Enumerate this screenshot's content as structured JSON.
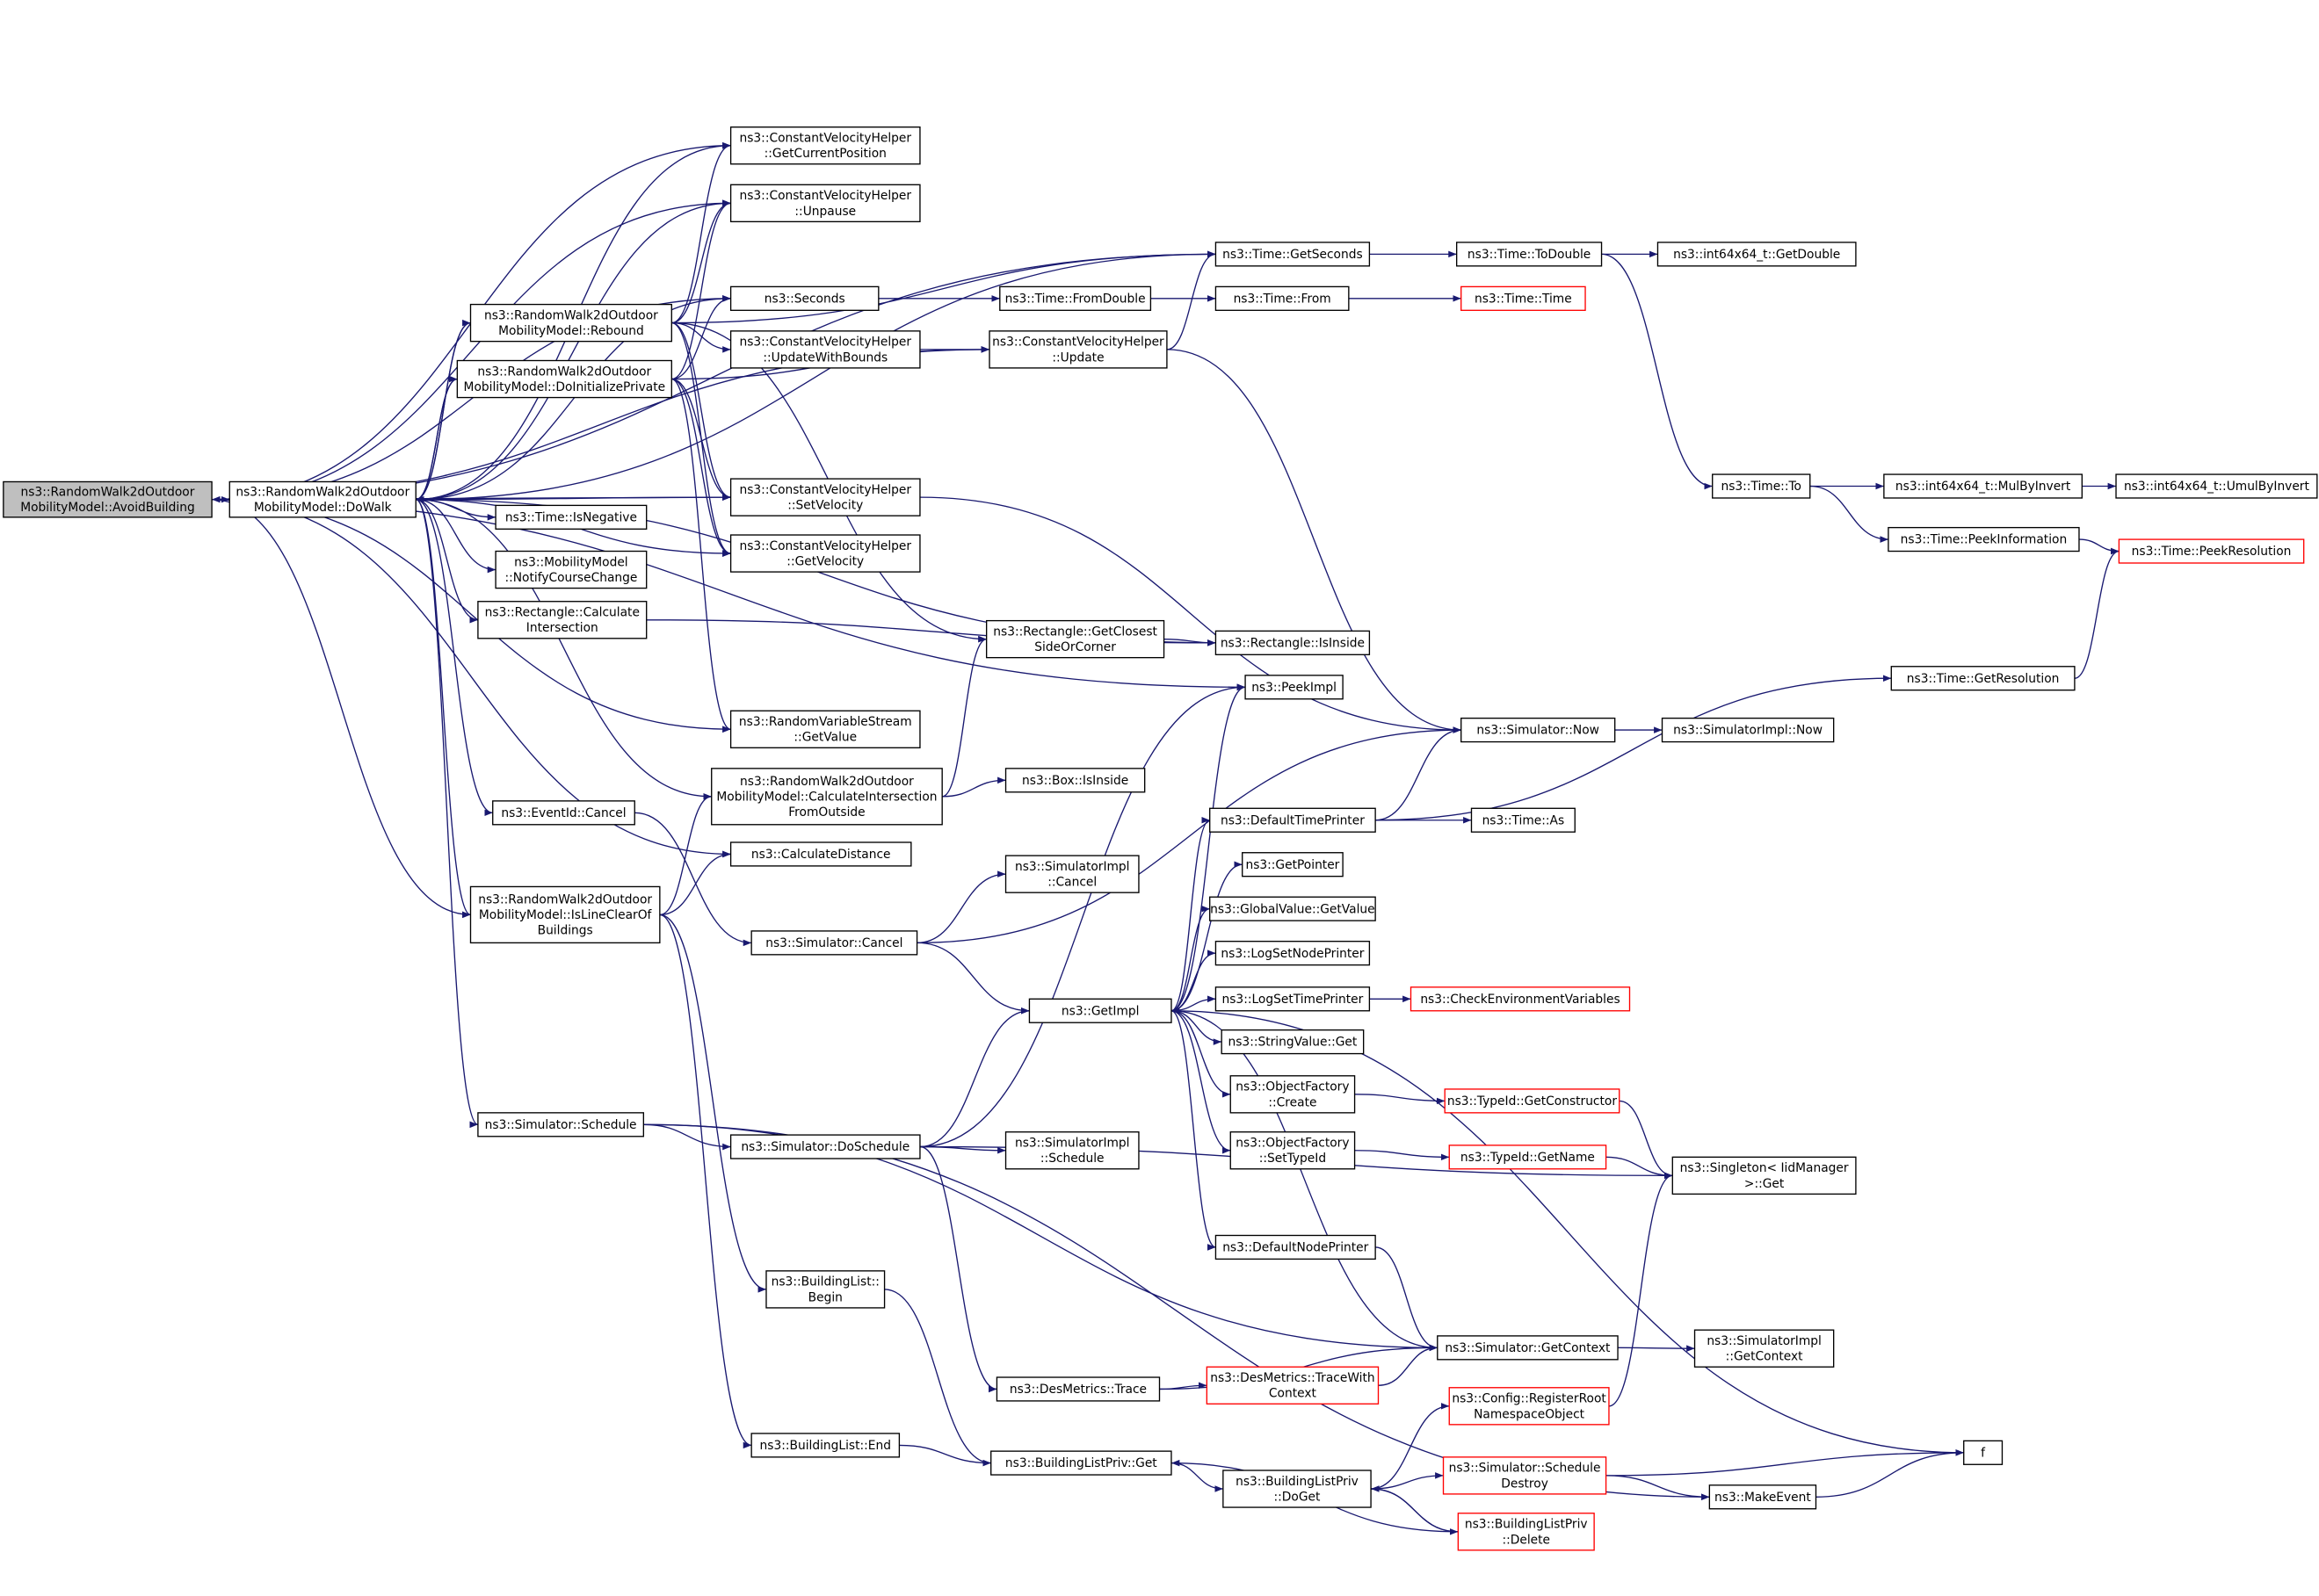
{
  "edge_color": "#191970",
  "highlight_border_color": "#ff0000",
  "root_fill": "#bfbfbf",
  "nodes": [
    {
      "id": "avoid",
      "lines": [
        "ns3::RandomWalk2dOutdoor",
        "MobilityModel::AvoidBuilding"
      ],
      "root": true
    },
    {
      "id": "dowalk",
      "lines": [
        "ns3::RandomWalk2dOutdoor",
        "MobilityModel::DoWalk"
      ]
    },
    {
      "id": "isneg",
      "lines": [
        "ns3::Time::IsNegative"
      ]
    },
    {
      "id": "notify",
      "lines": [
        "ns3::MobilityModel",
        "::NotifyCourseChange"
      ]
    },
    {
      "id": "rectcalc",
      "lines": [
        "ns3::Rectangle::Calculate",
        "Intersection"
      ]
    },
    {
      "id": "getcurpos",
      "lines": [
        "ns3::ConstantVelocityHelper",
        "::GetCurrentPosition"
      ]
    },
    {
      "id": "unpause",
      "lines": [
        "ns3::ConstantVelocityHelper",
        "::Unpause"
      ]
    },
    {
      "id": "seconds",
      "lines": [
        "ns3::Seconds"
      ]
    },
    {
      "id": "rebound",
      "lines": [
        "ns3::RandomWalk2dOutdoor",
        "MobilityModel::Rebound"
      ]
    },
    {
      "id": "doinit",
      "lines": [
        "ns3::RandomWalk2dOutdoor",
        "MobilityModel::DoInitializePrivate"
      ]
    },
    {
      "id": "updbounds",
      "lines": [
        "ns3::ConstantVelocityHelper",
        "::UpdateWithBounds"
      ]
    },
    {
      "id": "setvel",
      "lines": [
        "ns3::ConstantVelocityHelper",
        "::SetVelocity"
      ]
    },
    {
      "id": "getvel",
      "lines": [
        "ns3::ConstantVelocityHelper",
        "::GetVelocity"
      ]
    },
    {
      "id": "rvsget",
      "lines": [
        "ns3::RandomVariableStream",
        "::GetValue"
      ]
    },
    {
      "id": "calcout",
      "lines": [
        "ns3::RandomWalk2dOutdoor",
        "MobilityModel::CalculateIntersection",
        "FromOutside"
      ]
    },
    {
      "id": "evcancel",
      "lines": [
        "ns3::EventId::Cancel"
      ]
    },
    {
      "id": "calcdist",
      "lines": [
        "ns3::CalculateDistance"
      ]
    },
    {
      "id": "lineclear",
      "lines": [
        "ns3::RandomWalk2dOutdoor",
        "MobilityModel::IsLineClearOf",
        "Buildings"
      ]
    },
    {
      "id": "schedule",
      "lines": [
        "ns3::Simulator::Schedule"
      ]
    },
    {
      "id": "simcancel",
      "lines": [
        "ns3::Simulator::Cancel"
      ]
    },
    {
      "id": "implcancel",
      "lines": [
        "ns3::SimulatorImpl",
        "::Cancel"
      ]
    },
    {
      "id": "dosched",
      "lines": [
        "ns3::Simulator::DoSchedule"
      ]
    },
    {
      "id": "implsched",
      "lines": [
        "ns3::SimulatorImpl",
        "::Schedule"
      ]
    },
    {
      "id": "blbegin",
      "lines": [
        "ns3::BuildingList::",
        "Begin"
      ]
    },
    {
      "id": "blend",
      "lines": [
        "ns3::BuildingList::End"
      ]
    },
    {
      "id": "trace",
      "lines": [
        "ns3::DesMetrics::Trace"
      ]
    },
    {
      "id": "blpget",
      "lines": [
        "ns3::BuildingListPriv::Get"
      ]
    },
    {
      "id": "getsec",
      "lines": [
        "ns3::Time::GetSeconds"
      ]
    },
    {
      "id": "fromdouble",
      "lines": [
        "ns3::Time::FromDouble"
      ]
    },
    {
      "id": "from",
      "lines": [
        "ns3::Time::From"
      ]
    },
    {
      "id": "cvhupdate",
      "lines": [
        "ns3::ConstantVelocityHelper",
        "::Update"
      ]
    },
    {
      "id": "closest",
      "lines": [
        "ns3::Rectangle::GetClosest",
        "SideOrCorner"
      ]
    },
    {
      "id": "rectinside",
      "lines": [
        "ns3::Rectangle::IsInside"
      ]
    },
    {
      "id": "boxinside",
      "lines": [
        "ns3::Box::IsInside"
      ]
    },
    {
      "id": "peekimpl",
      "lines": [
        "ns3::PeekImpl"
      ]
    },
    {
      "id": "getimpl",
      "lines": [
        "ns3::GetImpl"
      ]
    },
    {
      "id": "simnow",
      "lines": [
        "ns3::Simulator::Now"
      ]
    },
    {
      "id": "deftime",
      "lines": [
        "ns3::DefaultTimePrinter"
      ]
    },
    {
      "id": "getptr",
      "lines": [
        "ns3::GetPointer"
      ]
    },
    {
      "id": "gvget",
      "lines": [
        "ns3::GlobalValue::GetValue"
      ]
    },
    {
      "id": "lognode",
      "lines": [
        "ns3::LogSetNodePrinter"
      ]
    },
    {
      "id": "logtime",
      "lines": [
        "ns3::LogSetTimePrinter"
      ]
    },
    {
      "id": "strget",
      "lines": [
        "ns3::StringValue::Get"
      ]
    },
    {
      "id": "ofcreate",
      "lines": [
        "ns3::ObjectFactory",
        "::Create"
      ]
    },
    {
      "id": "ofsettype",
      "lines": [
        "ns3::ObjectFactory",
        "::SetTypeId"
      ]
    },
    {
      "id": "defnode",
      "lines": [
        "ns3::DefaultNodePrinter"
      ]
    },
    {
      "id": "tracectx",
      "lines": [
        "ns3::DesMetrics::TraceWith",
        "Context"
      ],
      "red": true
    },
    {
      "id": "getctx",
      "lines": [
        "ns3::Simulator::GetContext"
      ]
    },
    {
      "id": "regroot",
      "lines": [
        "ns3::Config::RegisterRoot",
        "NamespaceObject"
      ],
      "red": true
    },
    {
      "id": "schedestroy",
      "lines": [
        "ns3::Simulator::Schedule",
        "Destroy"
      ],
      "red": true
    },
    {
      "id": "doget",
      "lines": [
        "ns3::BuildingListPriv",
        "::DoGet"
      ]
    },
    {
      "id": "blpdelete",
      "lines": [
        "ns3::BuildingListPriv",
        "::Delete"
      ],
      "red": true
    },
    {
      "id": "todouble",
      "lines": [
        "ns3::Time::ToDouble"
      ]
    },
    {
      "id": "getdouble",
      "lines": [
        "ns3::int64x64_t::GetDouble"
      ]
    },
    {
      "id": "timetime",
      "lines": [
        "ns3::Time::Time"
      ],
      "red": true
    },
    {
      "id": "timeto",
      "lines": [
        "ns3::Time::To"
      ]
    },
    {
      "id": "mulinv",
      "lines": [
        "ns3::int64x64_t::MulByInvert"
      ]
    },
    {
      "id": "umulinv",
      "lines": [
        "ns3::int64x64_t::UmulByInvert"
      ]
    },
    {
      "id": "peekinfo",
      "lines": [
        "ns3::Time::PeekInformation"
      ]
    },
    {
      "id": "peekres",
      "lines": [
        "ns3::Time::PeekResolution"
      ],
      "red": true
    },
    {
      "id": "getres",
      "lines": [
        "ns3::Time::GetResolution"
      ]
    },
    {
      "id": "implnow",
      "lines": [
        "ns3::SimulatorImpl::Now"
      ]
    },
    {
      "id": "timeas",
      "lines": [
        "ns3::Time::As"
      ]
    },
    {
      "id": "checkenv",
      "lines": [
        "ns3::CheckEnvironmentVariables"
      ],
      "red": true
    },
    {
      "id": "getctor",
      "lines": [
        "ns3::TypeId::GetConstructor"
      ],
      "red": true
    },
    {
      "id": "getname",
      "lines": [
        "ns3::TypeId::GetName"
      ],
      "red": true
    },
    {
      "id": "singleton",
      "lines": [
        "ns3::Singleton< IidManager",
        ">::Get"
      ]
    },
    {
      "id": "implctx",
      "lines": [
        "ns3::SimulatorImpl",
        "::GetContext"
      ]
    },
    {
      "id": "f",
      "lines": [
        "f"
      ]
    },
    {
      "id": "makeevent",
      "lines": [
        "ns3::MakeEvent"
      ]
    }
  ],
  "edges": [
    [
      "avoid",
      "dowalk"
    ],
    [
      "dowalk",
      "avoid"
    ],
    [
      "avoid",
      "getcurpos"
    ],
    [
      "avoid",
      "unpause"
    ],
    [
      "avoid",
      "getsec"
    ],
    [
      "avoid",
      "cvhupdate"
    ],
    [
      "avoid",
      "setvel"
    ],
    [
      "avoid",
      "rvsget"
    ],
    [
      "avoid",
      "calcdist"
    ],
    [
      "avoid",
      "lineclear"
    ],
    [
      "avoid",
      "peekimpl"
    ],
    [
      "avoid",
      "seconds"
    ],
    [
      "dowalk",
      "getcurpos"
    ],
    [
      "dowalk",
      "unpause"
    ],
    [
      "dowalk",
      "seconds"
    ],
    [
      "dowalk",
      "rebound"
    ],
    [
      "dowalk",
      "doinit"
    ],
    [
      "dowalk",
      "setvel"
    ],
    [
      "dowalk",
      "getvel"
    ],
    [
      "dowalk",
      "isneg"
    ],
    [
      "dowalk",
      "notify"
    ],
    [
      "dowalk",
      "rectcalc"
    ],
    [
      "dowalk",
      "rectinside"
    ],
    [
      "dowalk",
      "calcout"
    ],
    [
      "dowalk",
      "evcancel"
    ],
    [
      "dowalk",
      "lineclear"
    ],
    [
      "dowalk",
      "schedule"
    ],
    [
      "dowalk",
      "getsec"
    ],
    [
      "rebound",
      "dowalk"
    ],
    [
      "rebound",
      "getcurpos"
    ],
    [
      "rebound",
      "unpause"
    ],
    [
      "rebound",
      "getsec"
    ],
    [
      "rebound",
      "updbounds"
    ],
    [
      "rebound",
      "setvel"
    ],
    [
      "rebound",
      "getvel"
    ],
    [
      "rebound",
      "closest"
    ],
    [
      "doinit",
      "dowalk"
    ],
    [
      "doinit",
      "seconds"
    ],
    [
      "doinit",
      "cvhupdate"
    ],
    [
      "doinit",
      "setvel"
    ],
    [
      "doinit",
      "getvel"
    ],
    [
      "doinit",
      "rvsget"
    ],
    [
      "doinit",
      "unpause"
    ],
    [
      "updbounds",
      "cvhupdate"
    ],
    [
      "cvhupdate",
      "getsec"
    ],
    [
      "cvhupdate",
      "simnow"
    ],
    [
      "setvel",
      "simnow"
    ],
    [
      "rectcalc",
      "rectinside"
    ],
    [
      "closest",
      "rectinside"
    ],
    [
      "calcout",
      "closest"
    ],
    [
      "calcout",
      "boxinside"
    ],
    [
      "evcancel",
      "simcancel"
    ],
    [
      "lineclear",
      "calcout"
    ],
    [
      "lineclear",
      "calcdist"
    ],
    [
      "lineclear",
      "blbegin"
    ],
    [
      "lineclear",
      "blend"
    ],
    [
      "simcancel",
      "implcancel"
    ],
    [
      "simcancel",
      "getimpl"
    ],
    [
      "simcancel",
      "simnow"
    ],
    [
      "schedule",
      "dosched"
    ],
    [
      "schedule",
      "getctx"
    ],
    [
      "schedule",
      "makeevent"
    ],
    [
      "dosched",
      "implsched"
    ],
    [
      "dosched",
      "getimpl"
    ],
    [
      "dosched",
      "singleton"
    ],
    [
      "dosched",
      "trace"
    ],
    [
      "dosched",
      "peekimpl"
    ],
    [
      "blbegin",
      "blpget"
    ],
    [
      "blend",
      "blpget"
    ],
    [
      "trace",
      "tracectx"
    ],
    [
      "trace",
      "getctx"
    ],
    [
      "tracectx",
      "getctx"
    ],
    [
      "blpget",
      "doget"
    ],
    [
      "doget",
      "regroot"
    ],
    [
      "doget",
      "schedestroy"
    ],
    [
      "doget",
      "blpdelete"
    ],
    [
      "blpdelete",
      "doget"
    ],
    [
      "blpdelete",
      "blpget"
    ],
    [
      "schedestroy",
      "makeevent"
    ],
    [
      "schedestroy",
      "f"
    ],
    [
      "makeevent",
      "f"
    ],
    [
      "regroot",
      "singleton"
    ],
    [
      "getimpl",
      "peekimpl"
    ],
    [
      "getimpl",
      "deftime"
    ],
    [
      "getimpl",
      "getptr"
    ],
    [
      "getimpl",
      "gvget"
    ],
    [
      "getimpl",
      "lognode"
    ],
    [
      "getimpl",
      "logtime"
    ],
    [
      "getimpl",
      "strget"
    ],
    [
      "getimpl",
      "ofcreate"
    ],
    [
      "getimpl",
      "ofsettype"
    ],
    [
      "getimpl",
      "defnode"
    ],
    [
      "getimpl",
      "f"
    ],
    [
      "getctx",
      "getimpl"
    ],
    [
      "getctx",
      "implctx"
    ],
    [
      "defnode",
      "getctx"
    ],
    [
      "seconds",
      "fromdouble"
    ],
    [
      "fromdouble",
      "from"
    ],
    [
      "from",
      "timetime"
    ],
    [
      "getsec",
      "todouble"
    ],
    [
      "todouble",
      "getdouble"
    ],
    [
      "todouble",
      "timeto"
    ],
    [
      "timeto",
      "mulinv"
    ],
    [
      "timeto",
      "peekinfo"
    ],
    [
      "mulinv",
      "umulinv"
    ],
    [
      "peekinfo",
      "peekres"
    ],
    [
      "getres",
      "peekres"
    ],
    [
      "deftime",
      "simnow"
    ],
    [
      "deftime",
      "timeas"
    ],
    [
      "deftime",
      "getres"
    ],
    [
      "simnow",
      "implnow"
    ],
    [
      "logtime",
      "checkenv"
    ],
    [
      "ofcreate",
      "getctor"
    ],
    [
      "getctor",
      "singleton"
    ],
    [
      "ofsettype",
      "getname"
    ],
    [
      "getname",
      "singleton"
    ]
  ]
}
